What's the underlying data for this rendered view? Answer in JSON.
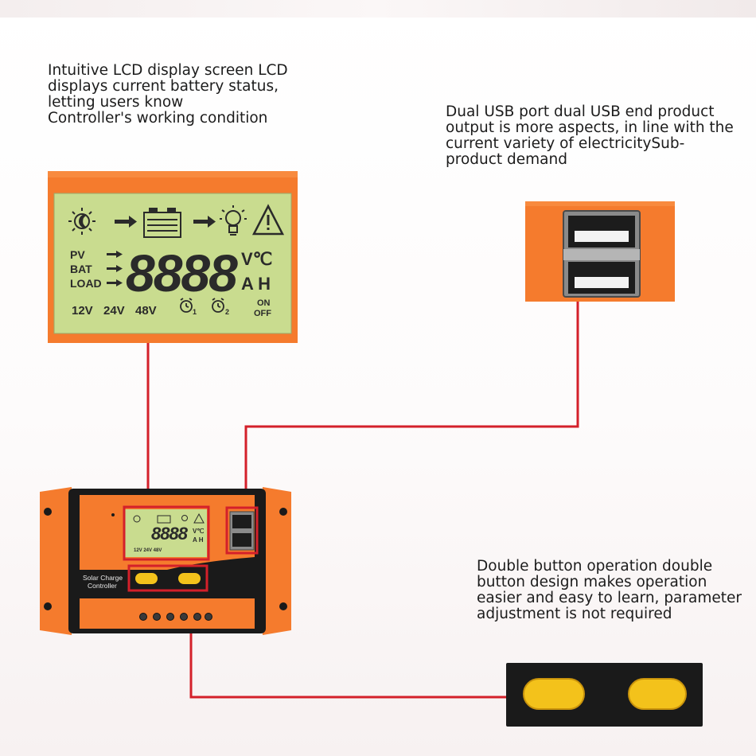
{
  "captions": {
    "lcd": [
      "Intuitive LCD display screen LCD",
      "displays current battery status,",
      "letting users know",
      "Controller's working condition"
    ],
    "usb": [
      "Dual USB port dual USB end product",
      "output is more aspects, in line with the",
      "current variety of electricitySub-",
      "product demand"
    ],
    "buttons": [
      "Double button operation double",
      "button design makes operation",
      "easier and easy to learn, parameter",
      "adjustment is not required"
    ]
  },
  "lcd": {
    "row_labels": [
      "PV",
      "BAT",
      "LOAD"
    ],
    "digits": "8888",
    "unit_top": "V℃",
    "unit_bottom": "A H",
    "voltages": [
      "12V",
      "24V",
      "48V"
    ],
    "timer_subs": [
      "1",
      "2"
    ],
    "on": "ON",
    "off": "OFF"
  },
  "controller": {
    "label_line1": "Solar Charge",
    "label_line2": "Controller",
    "mini_digits": "8888",
    "mini_unit_top": "V℃",
    "mini_unit_bottom": "A H",
    "mini_voltages": "12V  24V  48V"
  },
  "colors": {
    "orange": "#f57b2d",
    "lcd_green": "#c9dc8f",
    "black_panel": "#1a1a1a",
    "button_yellow": "#f3c21b",
    "leader_red": "#d4202a"
  },
  "icons": [
    "sun-moon-icon",
    "arrow-right-icon",
    "battery-icon",
    "bulb-icon",
    "warning-icon",
    "alarm-clock-icon",
    "usb-port-icon",
    "yellow-button-icon"
  ]
}
